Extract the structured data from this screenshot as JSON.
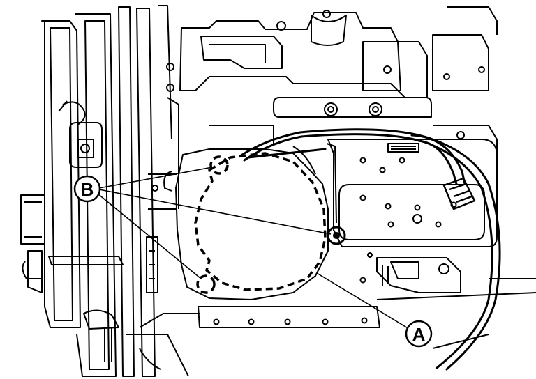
{
  "figure": {
    "callouts": [
      {
        "id": "A",
        "label": "A"
      },
      {
        "id": "B",
        "label": "B"
      }
    ],
    "colors": {
      "line": "#000000",
      "background": "#ffffff"
    }
  }
}
